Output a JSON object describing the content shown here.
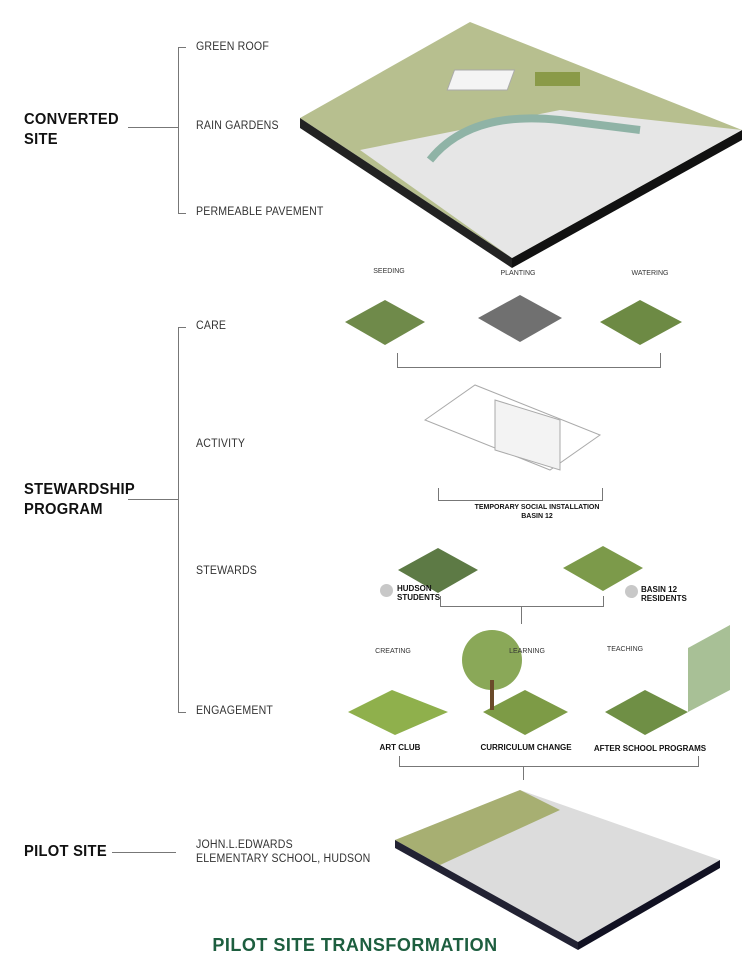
{
  "sections": {
    "converted": {
      "title_line1": "CONVERTED",
      "title_line2": "SITE",
      "items": [
        "GREEN ROOF",
        "RAIN GARDENS",
        "PERMEABLE PAVEMENT"
      ]
    },
    "stewardship": {
      "title_line1": "STEWARDSHIP",
      "title_line2": "PROGRAM",
      "items": [
        "CARE",
        "ACTIVITY",
        "STEWARDS",
        "ENGAGEMENT"
      ]
    },
    "pilot": {
      "title": "PILOT SITE",
      "line1": "JOHN.L.EDWARDS",
      "line2": "ELEMENTARY SCHOOL, HUDSON"
    }
  },
  "care": {
    "labels": [
      "SEEDING",
      "PLANTING",
      "WATERING"
    ]
  },
  "activity": {
    "line1": "TEMPORARY SOCIAL INSTALLATION",
    "line2": "BASIN 12"
  },
  "stewards": {
    "a_line1": "HUDSON",
    "a_line2": "STUDENTS",
    "b_line1": "BASIN 12",
    "b_line2": "RESIDENTS"
  },
  "engagement": {
    "labels": [
      "CREATING",
      "LEARNING",
      "TEACHING"
    ],
    "captions": [
      "ART CLUB",
      "CURRICULUM CHANGE",
      "AFTER SCHOOL PROGRAMS"
    ]
  },
  "footer": {
    "title": "PILOT SITE TRANSFORMATION"
  },
  "colors": {
    "accent": "#1d5e3f",
    "grass": "#a9b97a",
    "paving": "#e2e2e2"
  }
}
